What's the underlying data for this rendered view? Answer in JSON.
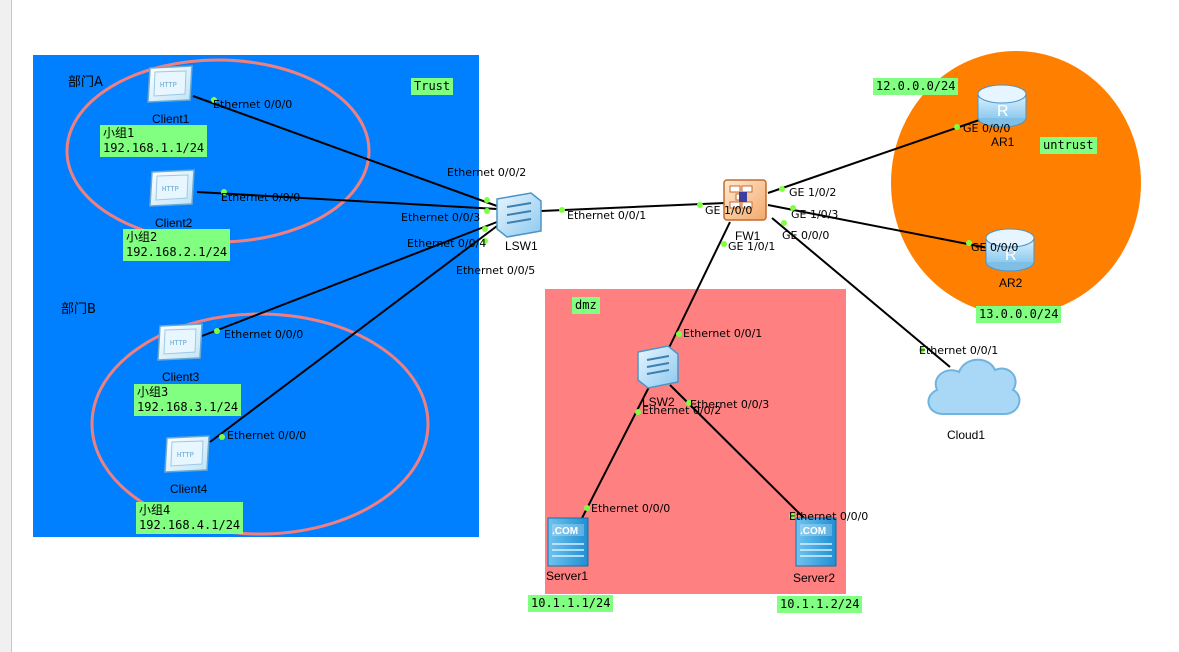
{
  "zones": {
    "trust": "Trust",
    "dmz": "dmz",
    "untrust": "untrust"
  },
  "groups": {
    "dept_a": "部门A",
    "dept_b": "部门B",
    "team1_name": "小组1",
    "team1_net": "192.168.1.1/24",
    "team2_name": "小组2",
    "team2_net": "192.168.2.1/24",
    "team3_name": "小组3",
    "team3_net": "192.168.3.1/24",
    "team4_name": "小组4",
    "team4_net": "192.168.4.1/24"
  },
  "networks": {
    "ar1_net": "12.0.0.0/24",
    "ar2_net": "13.0.0.0/24",
    "server1_ip": "10.1.1.1/24",
    "server2_ip": "10.1.1.2/24"
  },
  "devices": {
    "client1": "Client1",
    "client2": "Client2",
    "client3": "Client3",
    "client4": "Client4",
    "lsw1": "LSW1",
    "lsw2": "LSW2",
    "fw1": "FW1",
    "ar1": "AR1",
    "ar2": "AR2",
    "server1": "Server1",
    "server2": "Server2",
    "cloud1": "Cloud1"
  },
  "icon_text": {
    "http": "HTTP",
    "com": ".COM",
    "router": "R"
  },
  "ports": {
    "c1_eth": "Ethernet 0/0/0",
    "c2_eth": "Ethernet 0/0/0",
    "c3_eth": "Ethernet 0/0/0",
    "c4_eth": "Ethernet 0/0/0",
    "lsw1_e2": "Ethernet 0/0/2",
    "lsw1_e3": "Ethernet 0/0/3",
    "lsw1_e4": "Ethernet 0/0/4",
    "lsw1_e5": "Ethernet 0/0/5",
    "lsw1_e1": "Ethernet 0/0/1",
    "fw_ge100": "GE 1/0/0",
    "fw_ge102": "GE 1/0/2",
    "fw_ge103": "GE 1/0/3",
    "fw_ge000": "GE 0/0/0",
    "fw_ge101": "GE 1/0/1",
    "ar1_ge": "GE 0/0/0",
    "ar2_ge": "GE 0/0/0",
    "cloud_eth": "Ethernet 0/0/1",
    "lsw2_e1": "Ethernet 0/0/1",
    "lsw2_e2": "Ethernet 0/0/2",
    "lsw2_e3": "Ethernet 0/0/3",
    "s1_eth": "Ethernet 0/0/0",
    "s2_eth": "Ethernet 0/0/0"
  },
  "colors": {
    "trust_zone": "#0080ff",
    "dmz_zone": "#ff8080",
    "untrust_zone": "#ff8000",
    "group_ellipse": "#f08080",
    "tag_bg": "#80ff80",
    "port_dot": "#80ff40",
    "link": "#000000"
  }
}
